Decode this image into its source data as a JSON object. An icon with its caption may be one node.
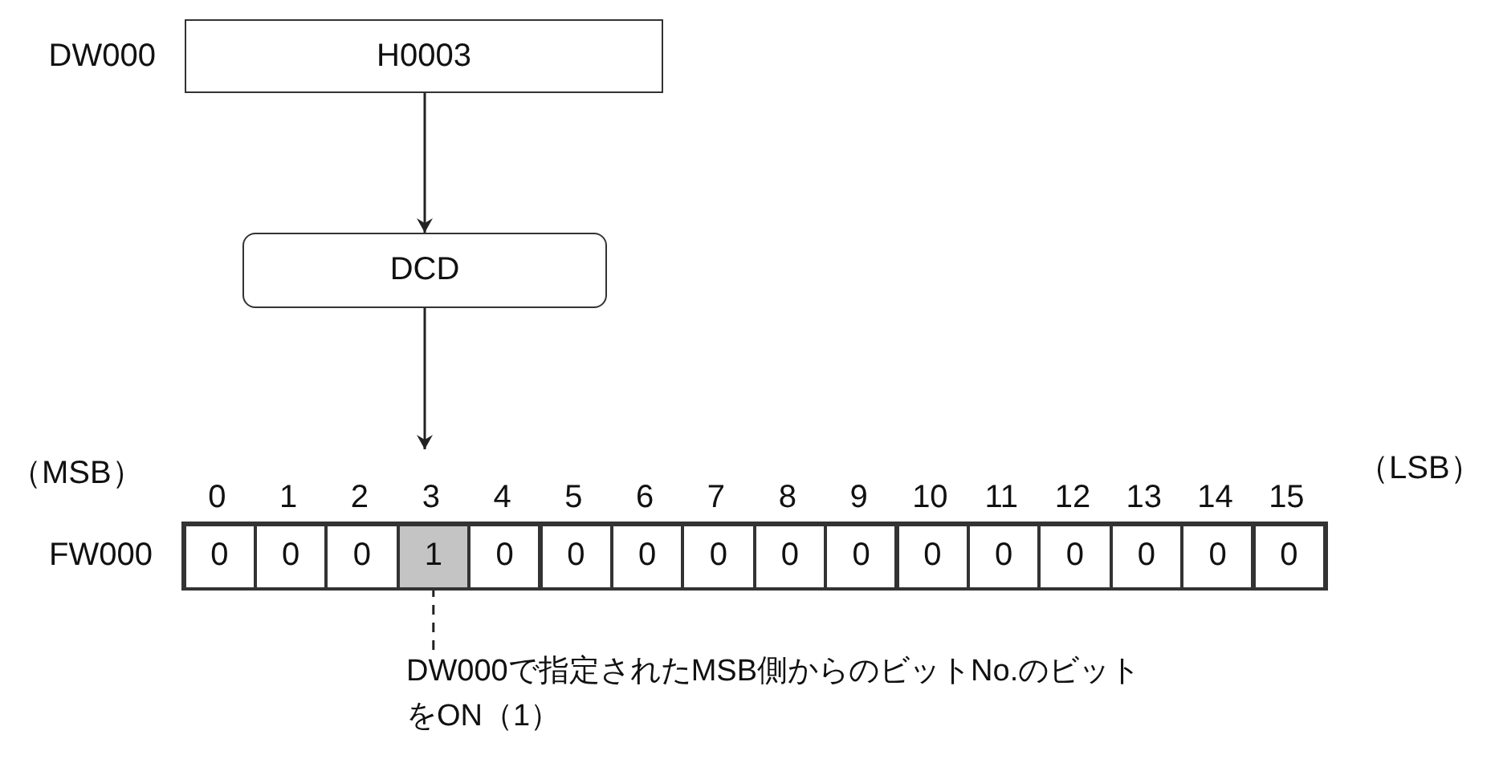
{
  "diagram": {
    "nodes": [
      {
        "text": [
          "H0003"
        ],
        "beside": [
          "DW000"
        ]
      },
      {
        "text": [
          "DCD"
        ]
      },
      {
        "text": [],
        "shape": "bar",
        "beside": [
          "FW000"
        ]
      },
      {
        "text": [
          "0"
        ],
        "in": 2
      },
      {
        "text": [
          "0"
        ],
        "in": 2
      },
      {
        "text": [
          "0"
        ],
        "in": 2
      },
      {
        "text": [
          "1"
        ],
        "in": 2
      },
      {
        "text": [
          "0"
        ],
        "in": 2
      },
      {
        "text": [
          "0"
        ],
        "in": 2
      },
      {
        "text": [
          "0"
        ],
        "in": 2
      },
      {
        "text": [
          "0"
        ],
        "in": 2
      },
      {
        "text": [
          "0"
        ],
        "in": 2
      },
      {
        "text": [
          "0"
        ],
        "in": 2
      },
      {
        "text": [
          "0"
        ],
        "in": 2
      },
      {
        "text": [
          "0"
        ],
        "in": 2
      },
      {
        "text": [
          "0"
        ],
        "in": 2
      },
      {
        "text": [
          "0"
        ],
        "in": 2
      },
      {
        "text": [
          "0"
        ],
        "in": 2
      },
      {
        "text": [
          "0"
        ],
        "in": 2
      },
      {
        "text": [
          "DW000で指定されたMSB側からのビットNo.のビットをON（1）"
        ]
      }
    ],
    "edges": [
      {
        "from": 0,
        "to": 1,
        "arrow": "to"
      },
      {
        "from": 1,
        "to": 2,
        "arrow": "to"
      },
      {
        "from": 19,
        "to": 6,
        "arrow": "none",
        "style": "dashed"
      }
    ],
    "labels": [
      "（MSB）",
      "0",
      "1",
      "2",
      "3",
      "4",
      "5",
      "6",
      "7",
      "8",
      "9",
      "10",
      "11",
      "12",
      "13",
      "14",
      "15",
      "（LSB）"
    ]
  }
}
